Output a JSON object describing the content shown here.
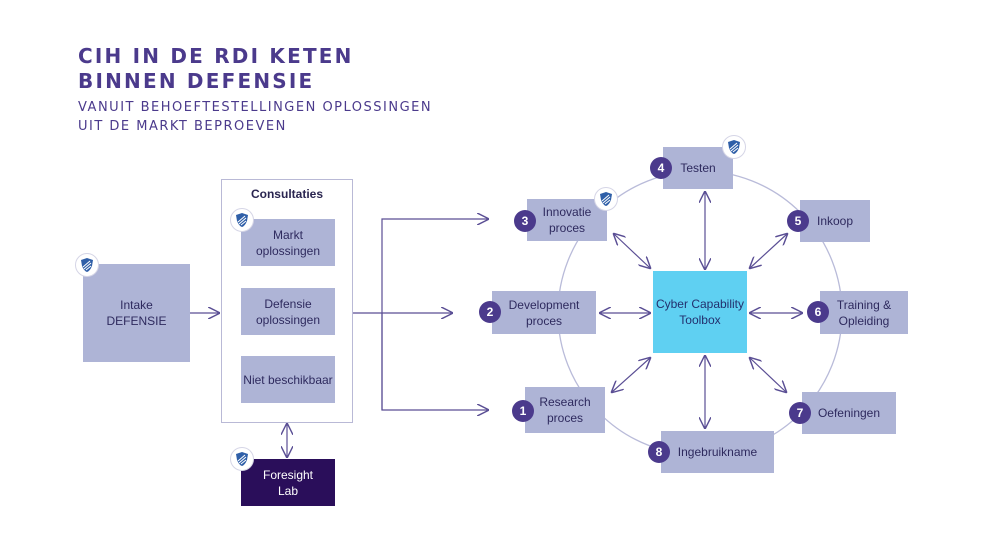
{
  "header": {
    "title_line1": "CIH IN DE RDI KETEN",
    "title_line2": "BINNEN DEFENSIE",
    "subtitle_line1": "VANUIT BEHOEFTESTELLINGEN OPLOSSINGEN",
    "subtitle_line2": "UIT DE MARKT BEPROEVEN"
  },
  "intake": {
    "line1": "Intake",
    "line2": "DEFENSIE"
  },
  "consultaties": {
    "title": "Consultaties",
    "items": [
      {
        "line1": "Markt",
        "line2": "oplossingen"
      },
      {
        "line1": "Defensie",
        "line2": "oplossingen"
      },
      {
        "line1": "Niet beschikbaar",
        "line2": ""
      }
    ]
  },
  "foresight": {
    "line1": "Foresight",
    "line2": "Lab"
  },
  "center": {
    "line1": "Cyber Capability",
    "line2": "Toolbox"
  },
  "steps": [
    {
      "num": "1",
      "line1": "Research",
      "line2": "proces"
    },
    {
      "num": "2",
      "line1": "Development",
      "line2": "proces"
    },
    {
      "num": "3",
      "line1": "Innovatie",
      "line2": "proces"
    },
    {
      "num": "4",
      "line1": "Testen",
      "line2": ""
    },
    {
      "num": "5",
      "line1": "Inkoop",
      "line2": ""
    },
    {
      "num": "6",
      "line1": "Training &",
      "line2": "Opleiding"
    },
    {
      "num": "7",
      "line1": "Oefeningen",
      "line2": ""
    },
    {
      "num": "8",
      "line1": "Ingebruikname",
      "line2": ""
    }
  ],
  "colors": {
    "accent": "#4b3a8c",
    "box": "#aeb4d6",
    "dark": "#2a0e5a",
    "cyan": "#5fd0f2",
    "line": "#5a4e94"
  },
  "icons": {
    "badge": "shield-icon"
  }
}
